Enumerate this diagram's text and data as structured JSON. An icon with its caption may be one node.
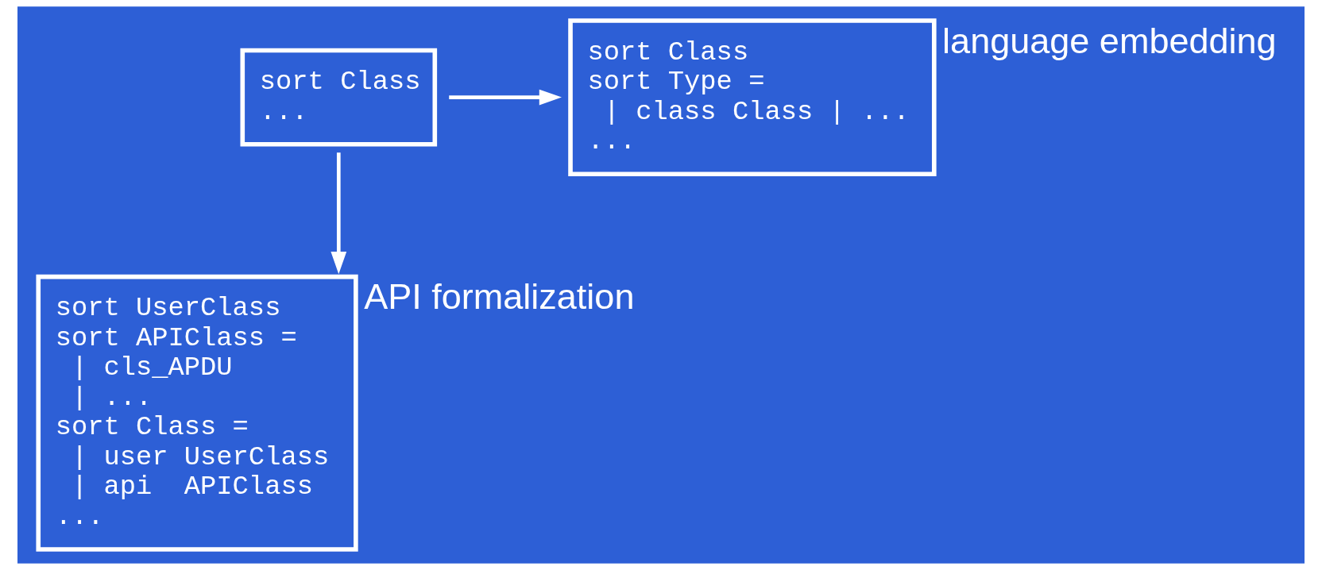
{
  "diagram": {
    "nodes": [
      {
        "text": [
          "sort Class",
          "..."
        ]
      },
      {
        "text": [
          "sort Class",
          "sort Type =",
          "  | class Class | ...",
          "..."
        ],
        "beside": [
          "language embedding"
        ]
      },
      {
        "text": [
          "sort UserClass",
          "sort APIClass =",
          "  | cls_APDU",
          "  | ...",
          "sort Class =",
          "  | user UserClass",
          "  | api  APIClass",
          "..."
        ],
        "beside": [
          "API formalization"
        ]
      }
    ],
    "edges": [
      {
        "from": 0,
        "to": 1,
        "arrow": "to"
      },
      {
        "from": 0,
        "to": 2,
        "arrow": "to"
      }
    ]
  }
}
